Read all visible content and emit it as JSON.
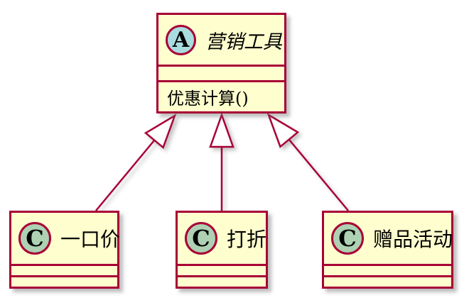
{
  "diagram": {
    "type": "uml-class-diagram",
    "background_color": "#ffffff",
    "colors": {
      "line": "#a80036",
      "class_fill": "#fefece",
      "abstract_badge_fill": "#a9dcdf",
      "class_badge_fill": "#add1b2",
      "text": "#000000"
    },
    "classes": [
      {
        "id": "parent",
        "stereotype": "abstract",
        "stereotype_letter": "A",
        "name": "营销工具",
        "fields": [],
        "methods": [
          "优惠计算()"
        ]
      },
      {
        "id": "child1",
        "stereotype": "class",
        "stereotype_letter": "C",
        "name": "一口价",
        "fields": [],
        "methods": []
      },
      {
        "id": "child2",
        "stereotype": "class",
        "stereotype_letter": "C",
        "name": "打折",
        "fields": [],
        "methods": []
      },
      {
        "id": "child3",
        "stereotype": "class",
        "stereotype_letter": "C",
        "name": "赠品活动",
        "fields": [],
        "methods": []
      }
    ],
    "relations": [
      {
        "from": "一口价",
        "to": "营销工具",
        "type": "generalization"
      },
      {
        "from": "打折",
        "to": "营销工具",
        "type": "generalization"
      },
      {
        "from": "赠品活动",
        "to": "营销工具",
        "type": "generalization"
      }
    ]
  }
}
